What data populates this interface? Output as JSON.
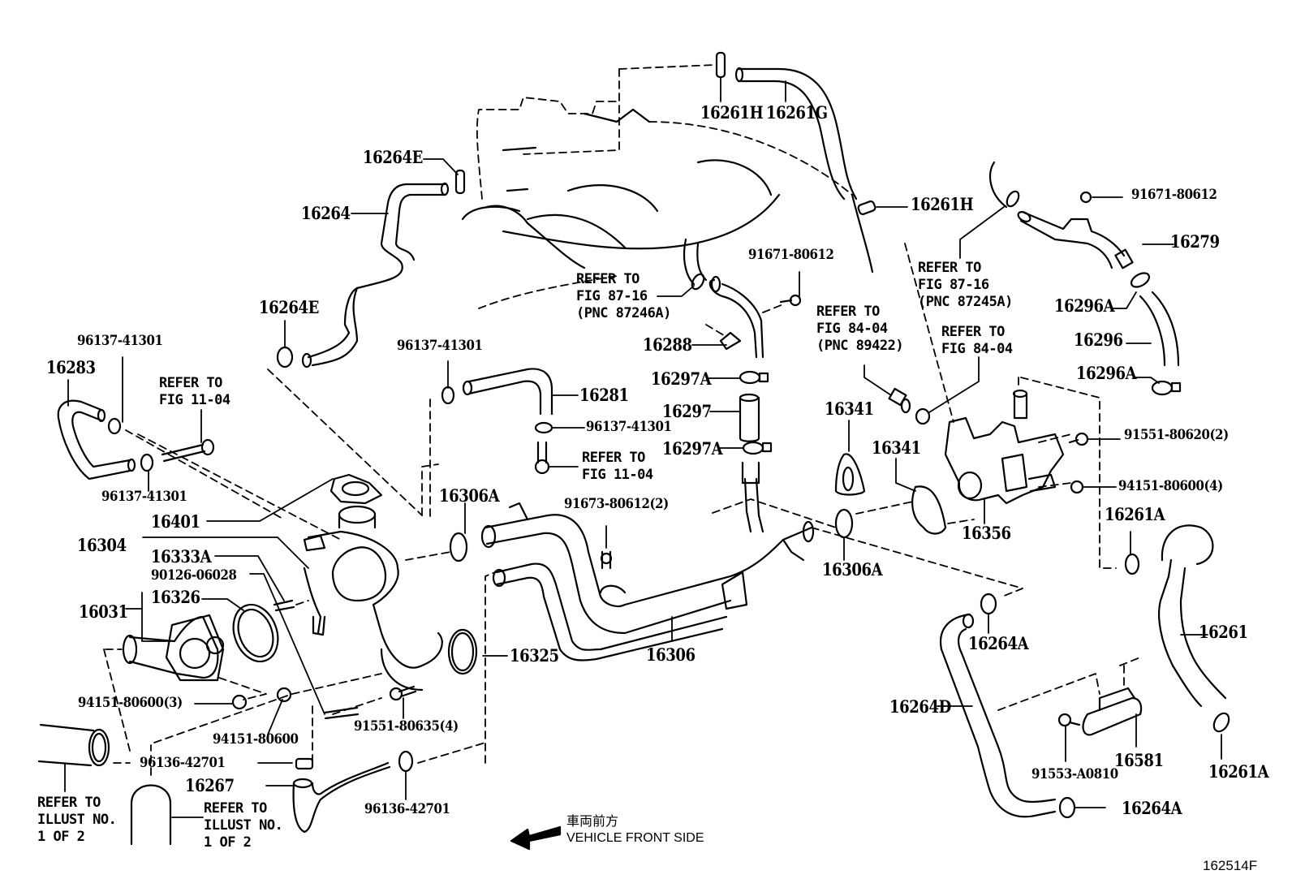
{
  "diagram": {
    "title": "Water pump / cooling hose parts diagram",
    "figure_id": "162514F",
    "orientation": {
      "icon": "arrow-left-icon",
      "label_jp": "車両前方",
      "label_en": "VEHICLE FRONT SIDE"
    },
    "part_labels": [
      {
        "id": "16261H-top",
        "text": "16261H"
      },
      {
        "id": "16261G",
        "text": "16261G"
      },
      {
        "id": "16264E-top",
        "text": "16264E"
      },
      {
        "id": "16261H-mid",
        "text": "16261H"
      },
      {
        "id": "16264",
        "text": "16264"
      },
      {
        "id": "16264E-left",
        "text": "16264E"
      },
      {
        "id": "96137-41301-a",
        "text": "96137-41301"
      },
      {
        "id": "16283",
        "text": "16283"
      },
      {
        "id": "96137-41301-b",
        "text": "96137-41301"
      },
      {
        "id": "96137-41301-c",
        "text": "96137-41301"
      },
      {
        "id": "16281",
        "text": "16281"
      },
      {
        "id": "96137-41301-d",
        "text": "96137-41301"
      },
      {
        "id": "91671-80612-a",
        "text": "91671-80612"
      },
      {
        "id": "16288",
        "text": "16288"
      },
      {
        "id": "16297A-a",
        "text": "16297A"
      },
      {
        "id": "16297",
        "text": "16297"
      },
      {
        "id": "16297A-b",
        "text": "16297A"
      },
      {
        "id": "91671-80612-b",
        "text": "91671-80612"
      },
      {
        "id": "16279",
        "text": "16279"
      },
      {
        "id": "16296A-a",
        "text": "16296A"
      },
      {
        "id": "16296",
        "text": "16296"
      },
      {
        "id": "16296A-b",
        "text": "16296A"
      },
      {
        "id": "16341-a",
        "text": "16341"
      },
      {
        "id": "16341-b",
        "text": "16341"
      },
      {
        "id": "91551-80620",
        "text": "91551-80620(2)"
      },
      {
        "id": "94151-80600-4",
        "text": "94151-80600(4)"
      },
      {
        "id": "16356",
        "text": "16356"
      },
      {
        "id": "16261A-a",
        "text": "16261A"
      },
      {
        "id": "16306A-a",
        "text": "16306A"
      },
      {
        "id": "91673-80612",
        "text": "91673-80612(2)"
      },
      {
        "id": "16306A-b",
        "text": "16306A"
      },
      {
        "id": "16401",
        "text": "16401"
      },
      {
        "id": "16304",
        "text": "16304"
      },
      {
        "id": "16333A",
        "text": "16333A"
      },
      {
        "id": "90126-06028",
        "text": "90126-06028"
      },
      {
        "id": "16031",
        "text": "16031"
      },
      {
        "id": "16326",
        "text": "16326"
      },
      {
        "id": "16325",
        "text": "16325"
      },
      {
        "id": "16306",
        "text": "16306"
      },
      {
        "id": "94151-80600-3",
        "text": "94151-80600(3)"
      },
      {
        "id": "94151-80600",
        "text": "94151-80600"
      },
      {
        "id": "91551-80635",
        "text": "91551-80635(4)"
      },
      {
        "id": "96136-42701-a",
        "text": "96136-42701"
      },
      {
        "id": "16267",
        "text": "16267"
      },
      {
        "id": "96136-42701-b",
        "text": "96136-42701"
      },
      {
        "id": "16264A-a",
        "text": "16264A"
      },
      {
        "id": "16261",
        "text": "16261"
      },
      {
        "id": "16264D",
        "text": "16264D"
      },
      {
        "id": "16581",
        "text": "16581"
      },
      {
        "id": "91553-A0810",
        "text": "91553-A0810"
      },
      {
        "id": "16261A-b",
        "text": "16261A"
      },
      {
        "id": "16264A-b",
        "text": "16264A"
      }
    ],
    "references": [
      {
        "id": "ref-87-16-87246A",
        "text": "REFER TO\nFIG 87-16\n(PNC 87246A)"
      },
      {
        "id": "ref-87-16-87245A",
        "text": "REFER TO\nFIG 87-16\n(PNC 87245A)"
      },
      {
        "id": "ref-84-04-89422",
        "text": "REFER TO\nFIG 84-04\n(PNC 89422)"
      },
      {
        "id": "ref-84-04",
        "text": "REFER TO\nFIG 84-04"
      },
      {
        "id": "ref-11-04-left",
        "text": "REFER TO\nFIG 11-04"
      },
      {
        "id": "ref-11-04-mid",
        "text": "REFER TO\nFIG 11-04"
      },
      {
        "id": "ref-illust-left",
        "text": "REFER TO\nILLUST NO.\n1 OF 2"
      },
      {
        "id": "ref-illust-mid",
        "text": "REFER TO\nILLUST NO.\n1 OF 2"
      }
    ]
  }
}
